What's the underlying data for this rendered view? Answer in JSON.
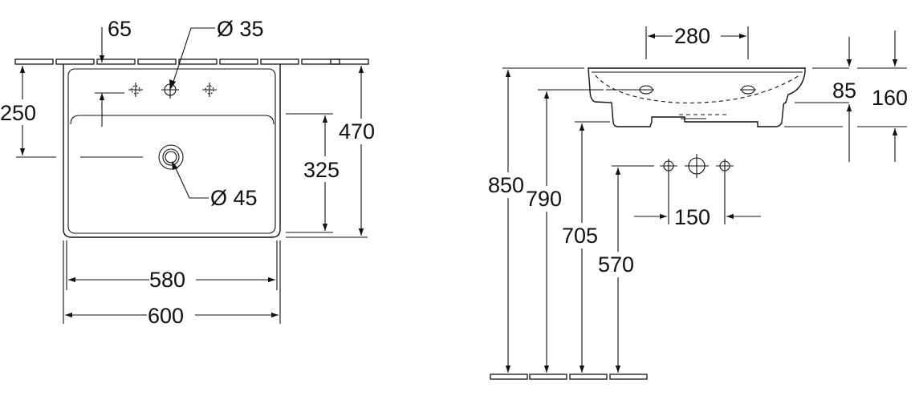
{
  "labels": {
    "top_view": {
      "hole_offset": "65",
      "tap_hole": "Ø 35",
      "outlet": "Ø 45",
      "hole_height": "250",
      "basin_depth": "325",
      "overall_depth": "470",
      "inner_width": "580",
      "overall_width": "600"
    },
    "side_view": {
      "hole_spacing_top": "280",
      "basin_height_85": "85",
      "basin_height_160": "160",
      "rim_height": "850",
      "height_790": "790",
      "height_705": "705",
      "height_570": "570",
      "tap_spacing": "150"
    }
  }
}
